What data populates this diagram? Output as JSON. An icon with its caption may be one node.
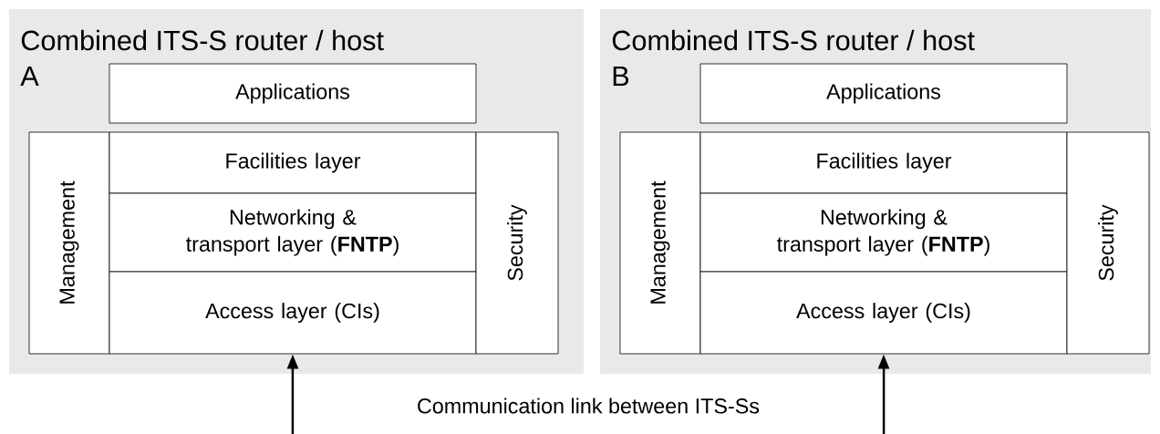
{
  "diagram": {
    "nodes": [
      {
        "text": [
          "Combined ITS-S router / host",
          "A"
        ]
      },
      {
        "text": [
          "Applications"
        ],
        "in": 0
      },
      {
        "text": [
          "Management"
        ],
        "in": 0
      },
      {
        "text": [
          "Facilities layer"
        ],
        "in": 0
      },
      {
        "text": [
          "Networking & transport layer (**FNTP**)"
        ],
        "in": 0
      },
      {
        "text": [
          "Access layer (CIs)"
        ],
        "in": 0
      },
      {
        "text": [
          "Security"
        ],
        "in": 0
      },
      {
        "text": [
          "Combined ITS-S router / host",
          "B"
        ]
      },
      {
        "text": [
          "Applications"
        ],
        "in": 7
      },
      {
        "text": [
          "Management"
        ],
        "in": 7
      },
      {
        "text": [
          "Facilities layer"
        ],
        "in": 7
      },
      {
        "text": [
          "Networking & transport layer (**FNTP**)"
        ],
        "in": 7
      },
      {
        "text": [
          "Access layer (CIs)"
        ],
        "in": 7
      },
      {
        "text": [
          "Security"
        ],
        "in": 7
      }
    ],
    "edges": [
      {
        "from": null,
        "to": 5,
        "arrow": "to"
      },
      {
        "from": null,
        "to": 12,
        "arrow": "to"
      }
    ],
    "labels": [
      "Communication link between ITS-Ss"
    ]
  }
}
